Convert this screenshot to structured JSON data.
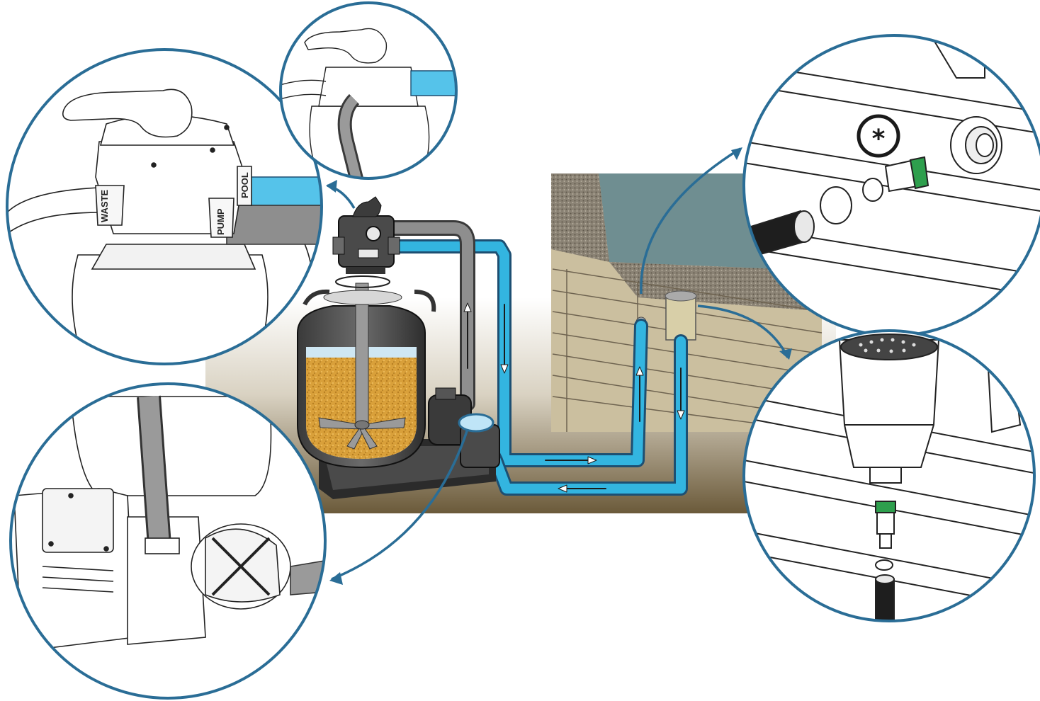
{
  "diagram": {
    "labels": {
      "waste": "WASTE",
      "pump": "PUMP",
      "pool": "POOL",
      "asterisk": "*"
    },
    "colors": {
      "outline": "#2a6d96",
      "water_pipe": "#33b5e0",
      "grey_pipe": "#8e8e8e",
      "sand": "#d9a03a",
      "pool_water": "#6f8e91",
      "wood": "#cbbf9f",
      "ground": "#6b5a3a",
      "fitting_green": "#2e9f4d"
    },
    "icons": [
      "multiport-valve",
      "sand-filter-tank",
      "pump",
      "skimmer",
      "wall-inlet",
      "hose-clamp"
    ]
  }
}
